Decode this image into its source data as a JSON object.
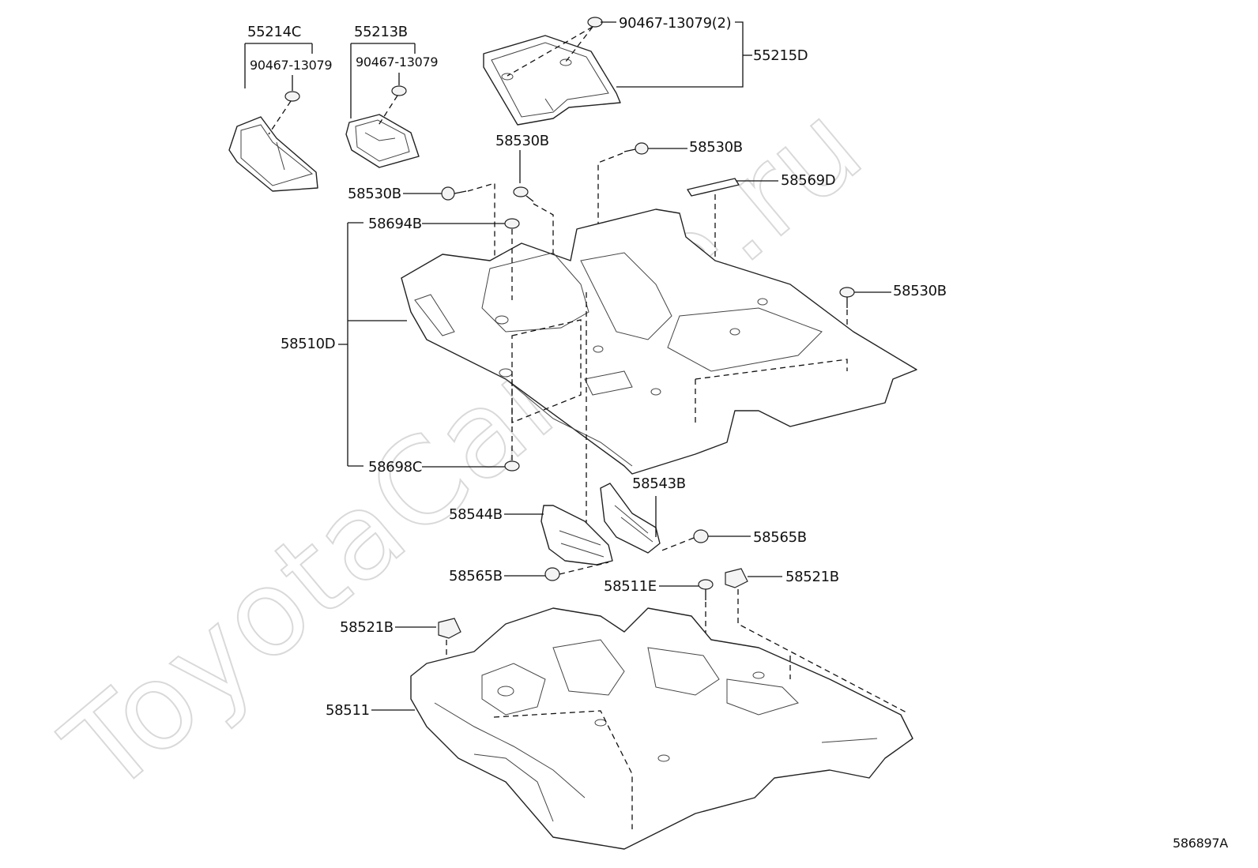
{
  "diagram": {
    "watermark": "ToyotaCarline.ru",
    "figure_code": "586897A",
    "labels": {
      "p55214C": "55214C",
      "p55213B": "55213B",
      "p90467_a": "90467-13079",
      "p90467_b": "90467-13079",
      "p90467_c": "90467-13079(2)",
      "p55215D": "55215D",
      "p58530B_1": "58530B",
      "p58530B_2": "58530B",
      "p58530B_3": "58530B",
      "p58530B_4": "58530B",
      "p58569D": "58569D",
      "p58694B": "58694B",
      "p58510D": "58510D",
      "p58698C": "58698C",
      "p58543B": "58543B",
      "p58544B": "58544B",
      "p58565B_1": "58565B",
      "p58565B_2": "58565B",
      "p58511E": "58511E",
      "p58521B_1": "58521B",
      "p58521B_2": "58521B",
      "p58511": "58511"
    }
  }
}
